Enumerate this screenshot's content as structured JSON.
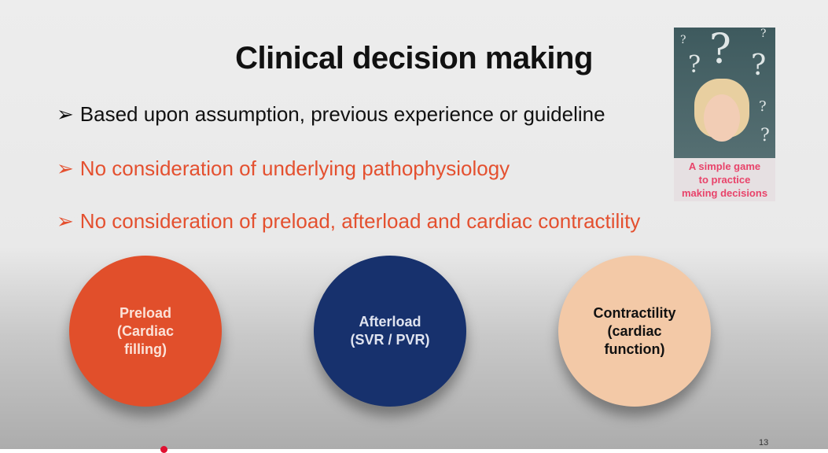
{
  "slide": {
    "title": "Clinical decision making",
    "bullets": [
      {
        "marker": "➢",
        "text": "Based upon assumption, previous experience or guideline"
      },
      {
        "marker": "➢",
        "text": "No consideration of underlying pathophysiology"
      },
      {
        "marker": "➢",
        "text": "No consideration of preload, afterload and cardiac contractility"
      }
    ],
    "image_caption": [
      "A simple game",
      "to practice",
      "making decisions"
    ],
    "circles": [
      {
        "lines": [
          "Preload",
          "(Cardiac",
          "filling)"
        ]
      },
      {
        "lines": [
          "Afterload",
          "(SVR / PVR)"
        ]
      },
      {
        "lines": [
          "Contractility",
          "(cardiac",
          "function)"
        ]
      }
    ],
    "page_number": "13"
  }
}
